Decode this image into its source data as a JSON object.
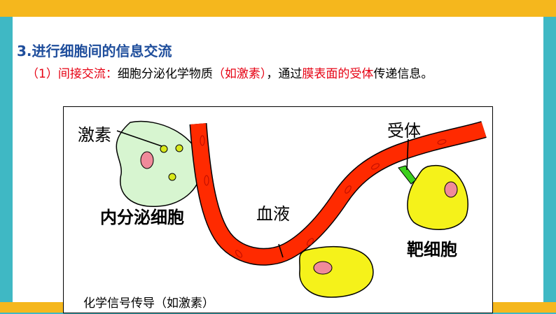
{
  "title": "3.进行细胞间的信息交流",
  "subtitle": {
    "open_num": "（1）",
    "lead": "间接交流：",
    "part1": "细胞分泌化学物质",
    "part2": "（如激素）",
    "part3": "，通过",
    "part4": "膜表面的受体",
    "part5": "传递信息。"
  },
  "diagram": {
    "label_hormone": "激素",
    "label_endocrine": "内分泌细胞",
    "label_blood": "血液",
    "label_receptor": "受体",
    "label_target": "靶细胞",
    "caption": "化学信号传导（如激素）"
  },
  "colors": {
    "title": "#1f4e9c",
    "accent_red": "#e60012",
    "blood": "#ff2a00",
    "endocrine_cell": "#d7f5d0",
    "target_cell": "#f5f21a",
    "nucleus": "#f08a9a",
    "hormone": "#d8e81a",
    "receptor": "#3cd01e",
    "frame_teal": "#3fb8c4",
    "frame_orange": "#f5b71d"
  }
}
